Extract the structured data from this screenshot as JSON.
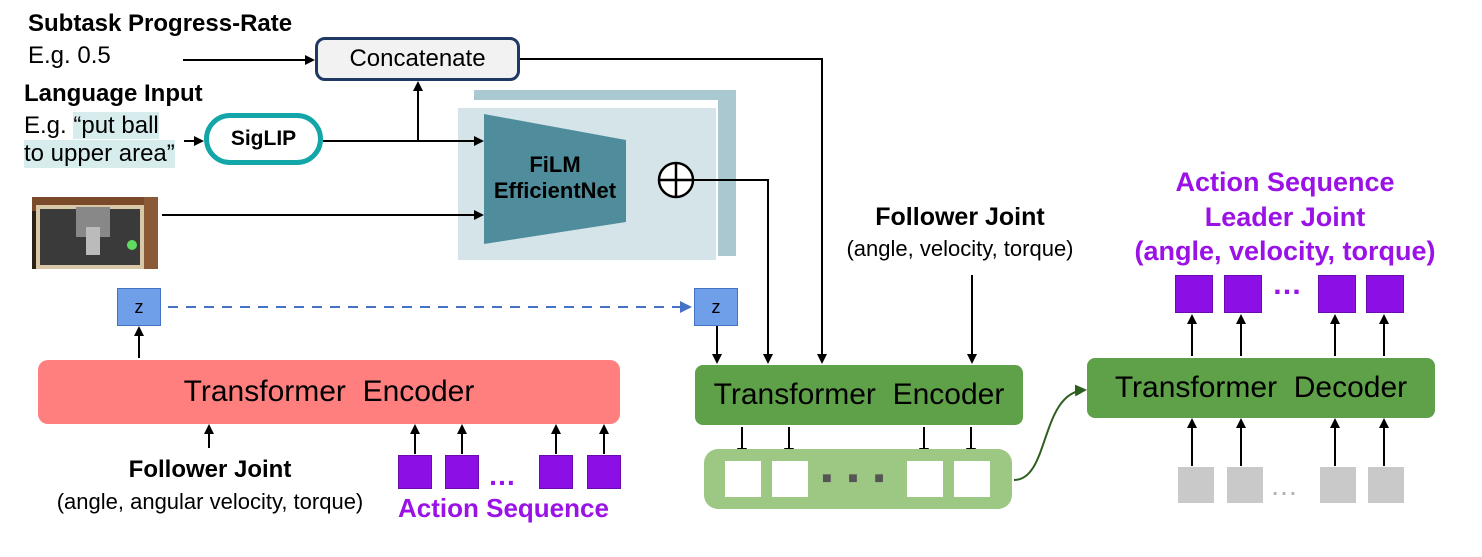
{
  "inputs": {
    "subtask_title": "Subtask Progress-Rate",
    "subtask_example": "E.g. 0.5",
    "language_title": "Language Input",
    "language_example_prefix": "E.g. ",
    "language_example_line1": "“put ball",
    "language_example_line2": "to upper area”"
  },
  "blocks": {
    "concatenate": "Concatenate",
    "siglip": "SigLIP",
    "film_line1": "FiLM",
    "film_line2": "EfficientNet",
    "latent": "z",
    "encoder_left": "Transformer  Encoder",
    "encoder_right": "Transformer  Encoder",
    "decoder": "Transformer  Decoder"
  },
  "left_panel": {
    "follower_title": "Follower Joint",
    "follower_detail": "(angle, angular velocity, torque)",
    "action_sequence": "Action Sequence",
    "ellipsis": "…"
  },
  "right_panel": {
    "follower_title": "Follower Joint",
    "follower_detail": "(angle, velocity, torque)",
    "output_line1": "Action Sequence",
    "output_line2": "Leader Joint",
    "output_line3": "(angle, velocity, torque)",
    "dots": "■ ■ ■",
    "gray_dots": "…",
    "out_dots": "…"
  },
  "colors": {
    "purple": "#8c10e6",
    "encoder_left": "#ff7f7f",
    "encoder_right": "#5fa148",
    "panel_left": "#fbe3d7",
    "panel_right": "#e2efda",
    "siglip_border": "#13a6a9",
    "concat_border": "#1f3864",
    "film": "#4f8d9c",
    "dashed_arrow": "#4472c4"
  }
}
